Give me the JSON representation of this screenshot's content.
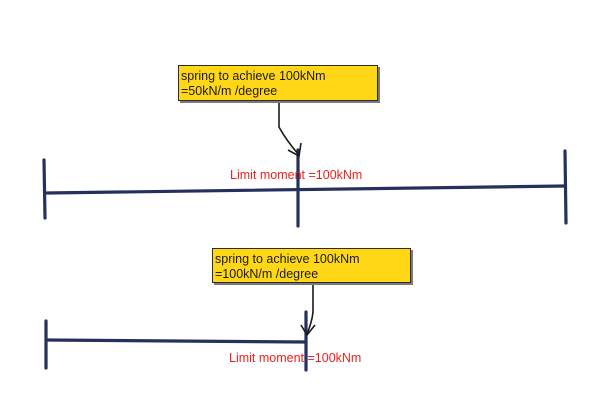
{
  "colors": {
    "beam": "#24305e",
    "callout_fill": "#ffd716",
    "callout_border": "#2b2b2b",
    "limit_text": "#e8231f",
    "arrow": "#1a1a1a",
    "background": "#ffffff"
  },
  "diagram_top": {
    "callout": {
      "line1": "spring to achieve 100kNm",
      "line2": "=50kN/m /degree"
    },
    "limit_label": "Limit moment =100kNm"
  },
  "diagram_bottom": {
    "callout": {
      "line1": "spring to achieve 100kNm",
      "line2": "=100kN/m /degree"
    },
    "limit_label": "Limit moment =100kNm"
  }
}
